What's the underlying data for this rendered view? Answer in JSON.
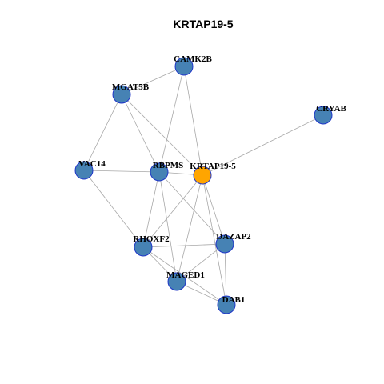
{
  "title": "KRTAP19-5",
  "colors": {
    "background": "#ffffff",
    "edge": "#a8a8a8",
    "node_fill": "#4682b4",
    "focus_node_fill": "#ffa500",
    "node_border": "#1f36c8"
  },
  "nodes": [
    {
      "id": "CAMK2B",
      "label": "CAMK2B",
      "focus": false
    },
    {
      "id": "MGAT5B",
      "label": "MGAT5B",
      "focus": false
    },
    {
      "id": "CRYAB",
      "label": "CRYAB",
      "focus": false
    },
    {
      "id": "VAC14",
      "label": "VAC14",
      "focus": false
    },
    {
      "id": "RBPMS",
      "label": "RBPMS",
      "focus": false
    },
    {
      "id": "KRTAP19-5",
      "label": "KRTAP19-5",
      "focus": true
    },
    {
      "id": "RHOXF2",
      "label": "RHOXF2",
      "focus": false
    },
    {
      "id": "DAZAP2",
      "label": "DAZAP2",
      "focus": false
    },
    {
      "id": "MAGED1",
      "label": "MAGED1",
      "focus": false
    },
    {
      "id": "DAB1",
      "label": "DAB1",
      "focus": false
    }
  ],
  "edges": [
    [
      "CAMK2B",
      "MGAT5B"
    ],
    [
      "CAMK2B",
      "RBPMS"
    ],
    [
      "CAMK2B",
      "KRTAP19-5"
    ],
    [
      "MGAT5B",
      "VAC14"
    ],
    [
      "MGAT5B",
      "RBPMS"
    ],
    [
      "MGAT5B",
      "KRTAP19-5"
    ],
    [
      "CRYAB",
      "KRTAP19-5"
    ],
    [
      "VAC14",
      "RBPMS"
    ],
    [
      "VAC14",
      "RHOXF2"
    ],
    [
      "RBPMS",
      "KRTAP19-5"
    ],
    [
      "RBPMS",
      "RHOXF2"
    ],
    [
      "RBPMS",
      "DAZAP2"
    ],
    [
      "RBPMS",
      "MAGED1"
    ],
    [
      "KRTAP19-5",
      "RHOXF2"
    ],
    [
      "KRTAP19-5",
      "DAZAP2"
    ],
    [
      "KRTAP19-5",
      "MAGED1"
    ],
    [
      "KRTAP19-5",
      "DAB1"
    ],
    [
      "RHOXF2",
      "DAZAP2"
    ],
    [
      "RHOXF2",
      "MAGED1"
    ],
    [
      "RHOXF2",
      "DAB1"
    ],
    [
      "DAZAP2",
      "MAGED1"
    ],
    [
      "DAZAP2",
      "DAB1"
    ],
    [
      "MAGED1",
      "DAB1"
    ]
  ]
}
